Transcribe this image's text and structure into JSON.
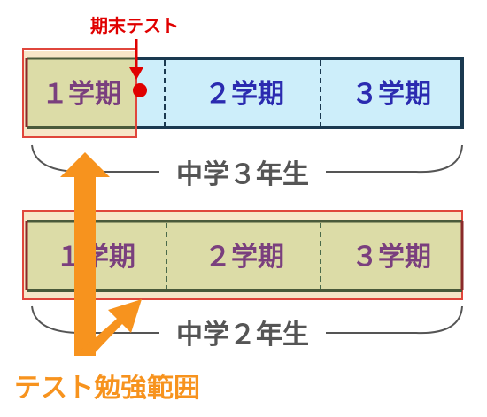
{
  "colors": {
    "term_fill_done": "#dcdca7",
    "term_fill_future": "#cdeefa",
    "term_text_purple": "#7a3f7e",
    "term_text_blue": "#2b2bb0",
    "frame_dark": "#1a3950",
    "divider": "#4a6a4a",
    "highlight_outline": "#e0463c",
    "highlight_fill": "#f7e6c8",
    "exam_red": "#e00000",
    "arrow_orange": "#f7931e",
    "brace_gray": "#555555"
  },
  "top_row": {
    "terms": [
      "１学期",
      "２学期",
      "３学期"
    ],
    "grade_label": "中学３年生",
    "exam_label": "期末テスト"
  },
  "bottom_row": {
    "terms": [
      "１学期",
      "２学期",
      "３学期"
    ],
    "grade_label": "中学２年生"
  },
  "range_label": "テスト勉強範囲"
}
